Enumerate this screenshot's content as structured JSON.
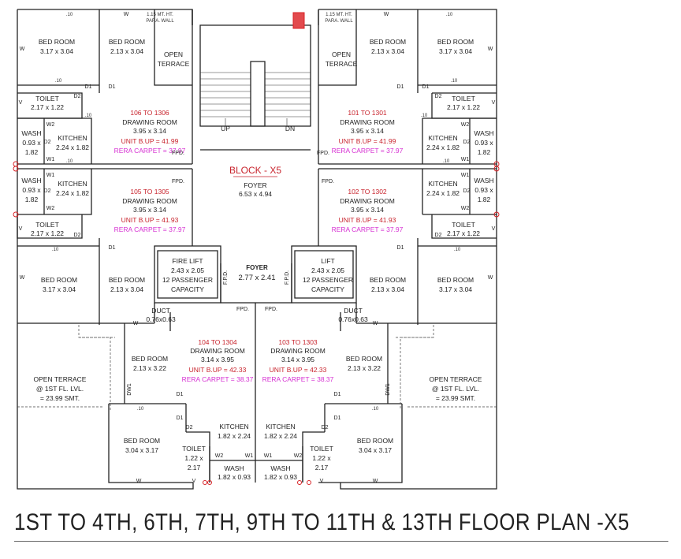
{
  "title": "1ST TO 4TH, 6TH, 7TH, 9TH TO 11TH & 13TH FLOOR PLAN -X5",
  "block": {
    "name": "BLOCK - X5",
    "foyer_label": "FOYER",
    "foyer_size": "6.53 x 4.94"
  },
  "foyer2": {
    "label": "FOYER",
    "size": "2.77 x 2.41"
  },
  "fire_lift": {
    "l1": "FIRE LIFT",
    "l2": "2.43 x 2.05",
    "l3": "12 PASSENGER",
    "l4": "CAPACITY"
  },
  "lift": {
    "l1": "LIFT",
    "l2": "2.43 x 2.05",
    "l3": "12 PASSENGER",
    "l4": "CAPACITY"
  },
  "stair": {
    "up": "UP",
    "dn": "DN"
  },
  "parapet": {
    "l1": "1.15 MT. HT.",
    "l2": "PARA. WALL"
  },
  "fpd": "FPD.",
  "fpd_vertical": "F.P.D.",
  "units": {
    "u106": {
      "range": "106 TO 1306",
      "room": "DRAWING ROOM",
      "size": "3.95 x 3.14",
      "bup": "UNIT B.UP = 41.99",
      "rera": "RERA CARPET = 37.97"
    },
    "u101": {
      "range": "101 TO 1301",
      "room": "DRAWING ROOM",
      "size": "3.95 x 3.14",
      "bup": "UNIT B.UP = 41.99",
      "rera": "RERA CARPET = 37.97"
    },
    "u105": {
      "range": "105 TO 1305",
      "room": "DRAWING ROOM",
      "size": "3.95 x 3.14",
      "bup": "UNIT B.UP = 41.93",
      "rera": "RERA CARPET = 37.97"
    },
    "u102": {
      "range": "102 TO 1302",
      "room": "DRAWING ROOM",
      "size": "3.95 x 3.14",
      "bup": "UNIT B.UP = 41.93",
      "rera": "RERA CARPET = 37.97"
    },
    "u104": {
      "range": "104 TO 1304",
      "room": "DRAWING ROOM",
      "size": "3.14 x 3.95",
      "bup": "UNIT B.UP = 42.33",
      "rera": "RERA CARPET = 38.37"
    },
    "u103": {
      "range": "103 TO 1303",
      "room": "DRAWING ROOM",
      "size": "3.14 x 3.95",
      "bup": "UNIT B.UP = 42.33",
      "rera": "RERA CARPET = 38.37"
    }
  },
  "rooms": {
    "bed": "BED ROOM",
    "bed_3_17": "3.17 x 3.04",
    "bed_2_13": "2.13 x 3.04",
    "bed_2_13b": "2.13 x 3.22",
    "bed_3_04": "3.04 x 3.17",
    "open_terrace": "OPEN",
    "terrace": "TERRACE",
    "toilet": "TOILET",
    "toilet_size": "2.17 x 1.22",
    "toilet_v1": "1.22 x",
    "toilet_v2": "2.17",
    "kitchen": "KITCHEN",
    "kitchen_size": "2.24 x 1.82",
    "kitchen_size_b": "1.82 x 2.24",
    "wash": "WASH",
    "wash_v1": "0.93 x",
    "wash_v2": "1.82",
    "wash_size": "1.82 x 0.93",
    "duct": "DUCT",
    "duct_size": "0.76x0.63",
    "ot1": "OPEN TERRACE",
    "ot2": "@ 1ST FL. LVL.",
    "ot3": "= 23.99 SMT."
  },
  "marks": {
    "w": "W",
    "v": "V",
    "d1": "D1",
    "d2": "D2",
    "w1": "W1",
    "w2": "W2",
    "dw1": "DW1",
    "ten": ".10"
  },
  "colors": {
    "ink": "#222222",
    "unit_no": "#c8232c",
    "rera": "#d62fd2"
  }
}
